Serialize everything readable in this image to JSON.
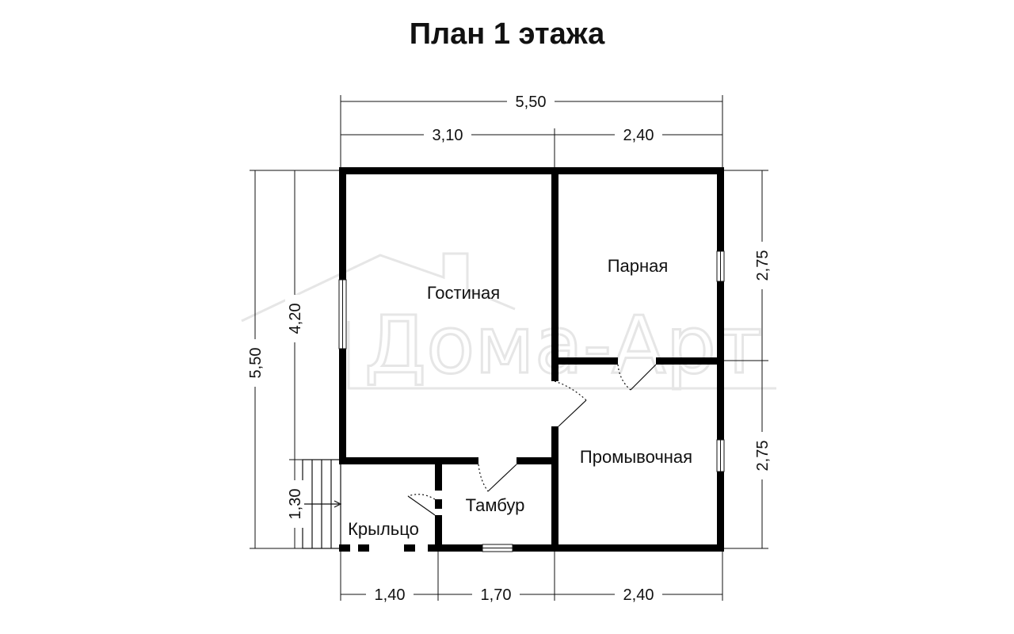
{
  "title": "План 1 этажа",
  "watermark": "Дома-Арт",
  "rooms": {
    "living": "Гостиная",
    "steam": "Парная",
    "wash": "Промывочная",
    "vestibule": "Тамбур",
    "porch": "Крыльцо"
  },
  "dimensions": {
    "top_total": "5,50",
    "top_left": "3,10",
    "top_right": "2,40",
    "left_total": "5,50",
    "left_upper": "4,20",
    "left_porch": "1,30",
    "right_upper": "2,75",
    "right_lower": "2,75",
    "bottom_porch": "1,40",
    "bottom_vestibule": "1,70",
    "bottom_right": "2,40"
  },
  "colors": {
    "wall": "#000000",
    "dim_line": "#111111",
    "watermark": "#e6e6e6"
  }
}
